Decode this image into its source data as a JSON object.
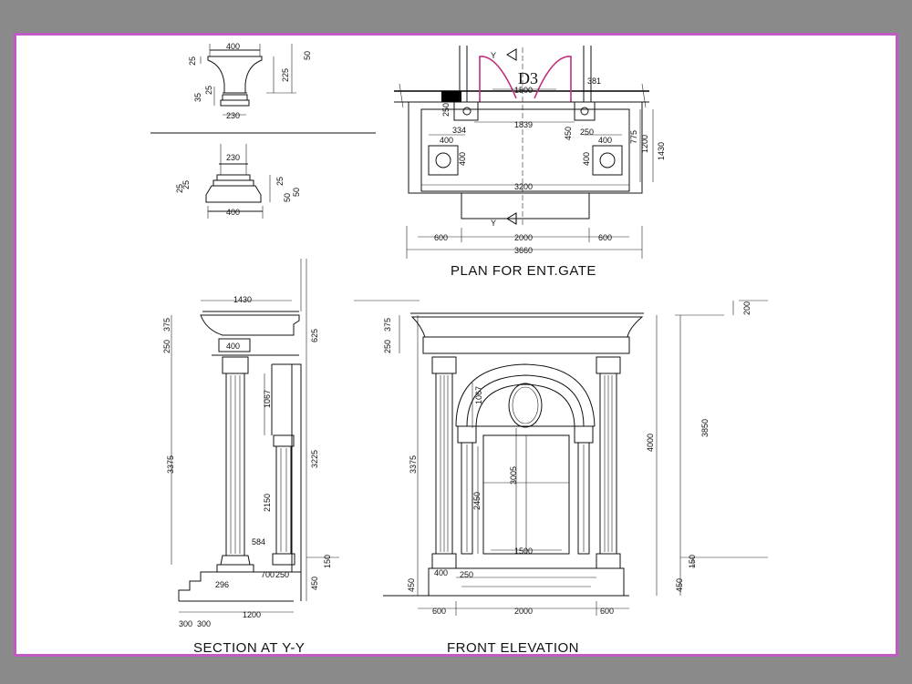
{
  "titles": {
    "plan": "PLAN FOR ENT.GATE",
    "section": "SECTION AT Y-Y",
    "front": "FRONT ELEVATION"
  },
  "plan": {
    "door_tag": "D3",
    "section_marks": [
      "Y",
      "Y"
    ],
    "dims": [
      "1500",
      "381",
      "1839",
      "250",
      "334",
      "450",
      "250",
      "400",
      "400",
      "400",
      "400",
      "775",
      "1200",
      "1430",
      "3200",
      "600",
      "2000",
      "600",
      "3660"
    ]
  },
  "capital": {
    "dims": [
      "400",
      "25",
      "225",
      "50",
      "35",
      "25",
      "230"
    ]
  },
  "base": {
    "dims": [
      "230",
      "25",
      "25",
      "25",
      "50",
      "50",
      "400"
    ]
  },
  "section": {
    "dims": [
      "1430",
      "375",
      "250",
      "400",
      "625",
      "1067",
      "3375",
      "3225",
      "2150",
      "584",
      "700",
      "250",
      "296",
      "450",
      "150",
      "1200",
      "300",
      "300"
    ]
  },
  "front": {
    "dims": [
      "250",
      "375",
      "200",
      "3375",
      "1067",
      "3005",
      "2450",
      "4000",
      "3850",
      "1500",
      "400",
      "250",
      "450",
      "450",
      "150",
      "600",
      "2000",
      "600"
    ]
  },
  "colors": {
    "background": "#8a8a8a",
    "sheet": "#ffffff",
    "frame": "#c05ac5",
    "door_swing": "#c0307f",
    "linework": "#111111"
  }
}
